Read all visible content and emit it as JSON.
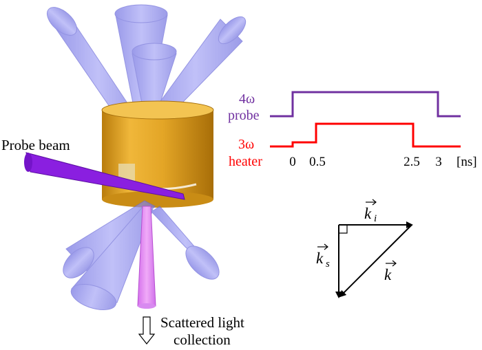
{
  "labels": {
    "probe_beam": "Probe beam",
    "scattered_line1": "Scattered light",
    "scattered_line2": "collection"
  },
  "timing": {
    "probe_line1": "4ω",
    "probe_line2": "probe",
    "heater_line1": "3ω",
    "heater_line2": "heater",
    "ticks": [
      "0",
      "0.5",
      "2.5",
      "3"
    ],
    "unit": "[ns]"
  },
  "vectors": {
    "ki_base": "k",
    "ki_sub": "i",
    "ks_base": "k",
    "ks_sub": "s",
    "k": "k"
  },
  "colors": {
    "probe": "#7030a0",
    "heater": "#ff0000",
    "cone": "#8f8ff0",
    "cylinder": "#d79b1a",
    "probe_beam": "#8a1fe0",
    "scatter_cone": "#e080f0"
  }
}
